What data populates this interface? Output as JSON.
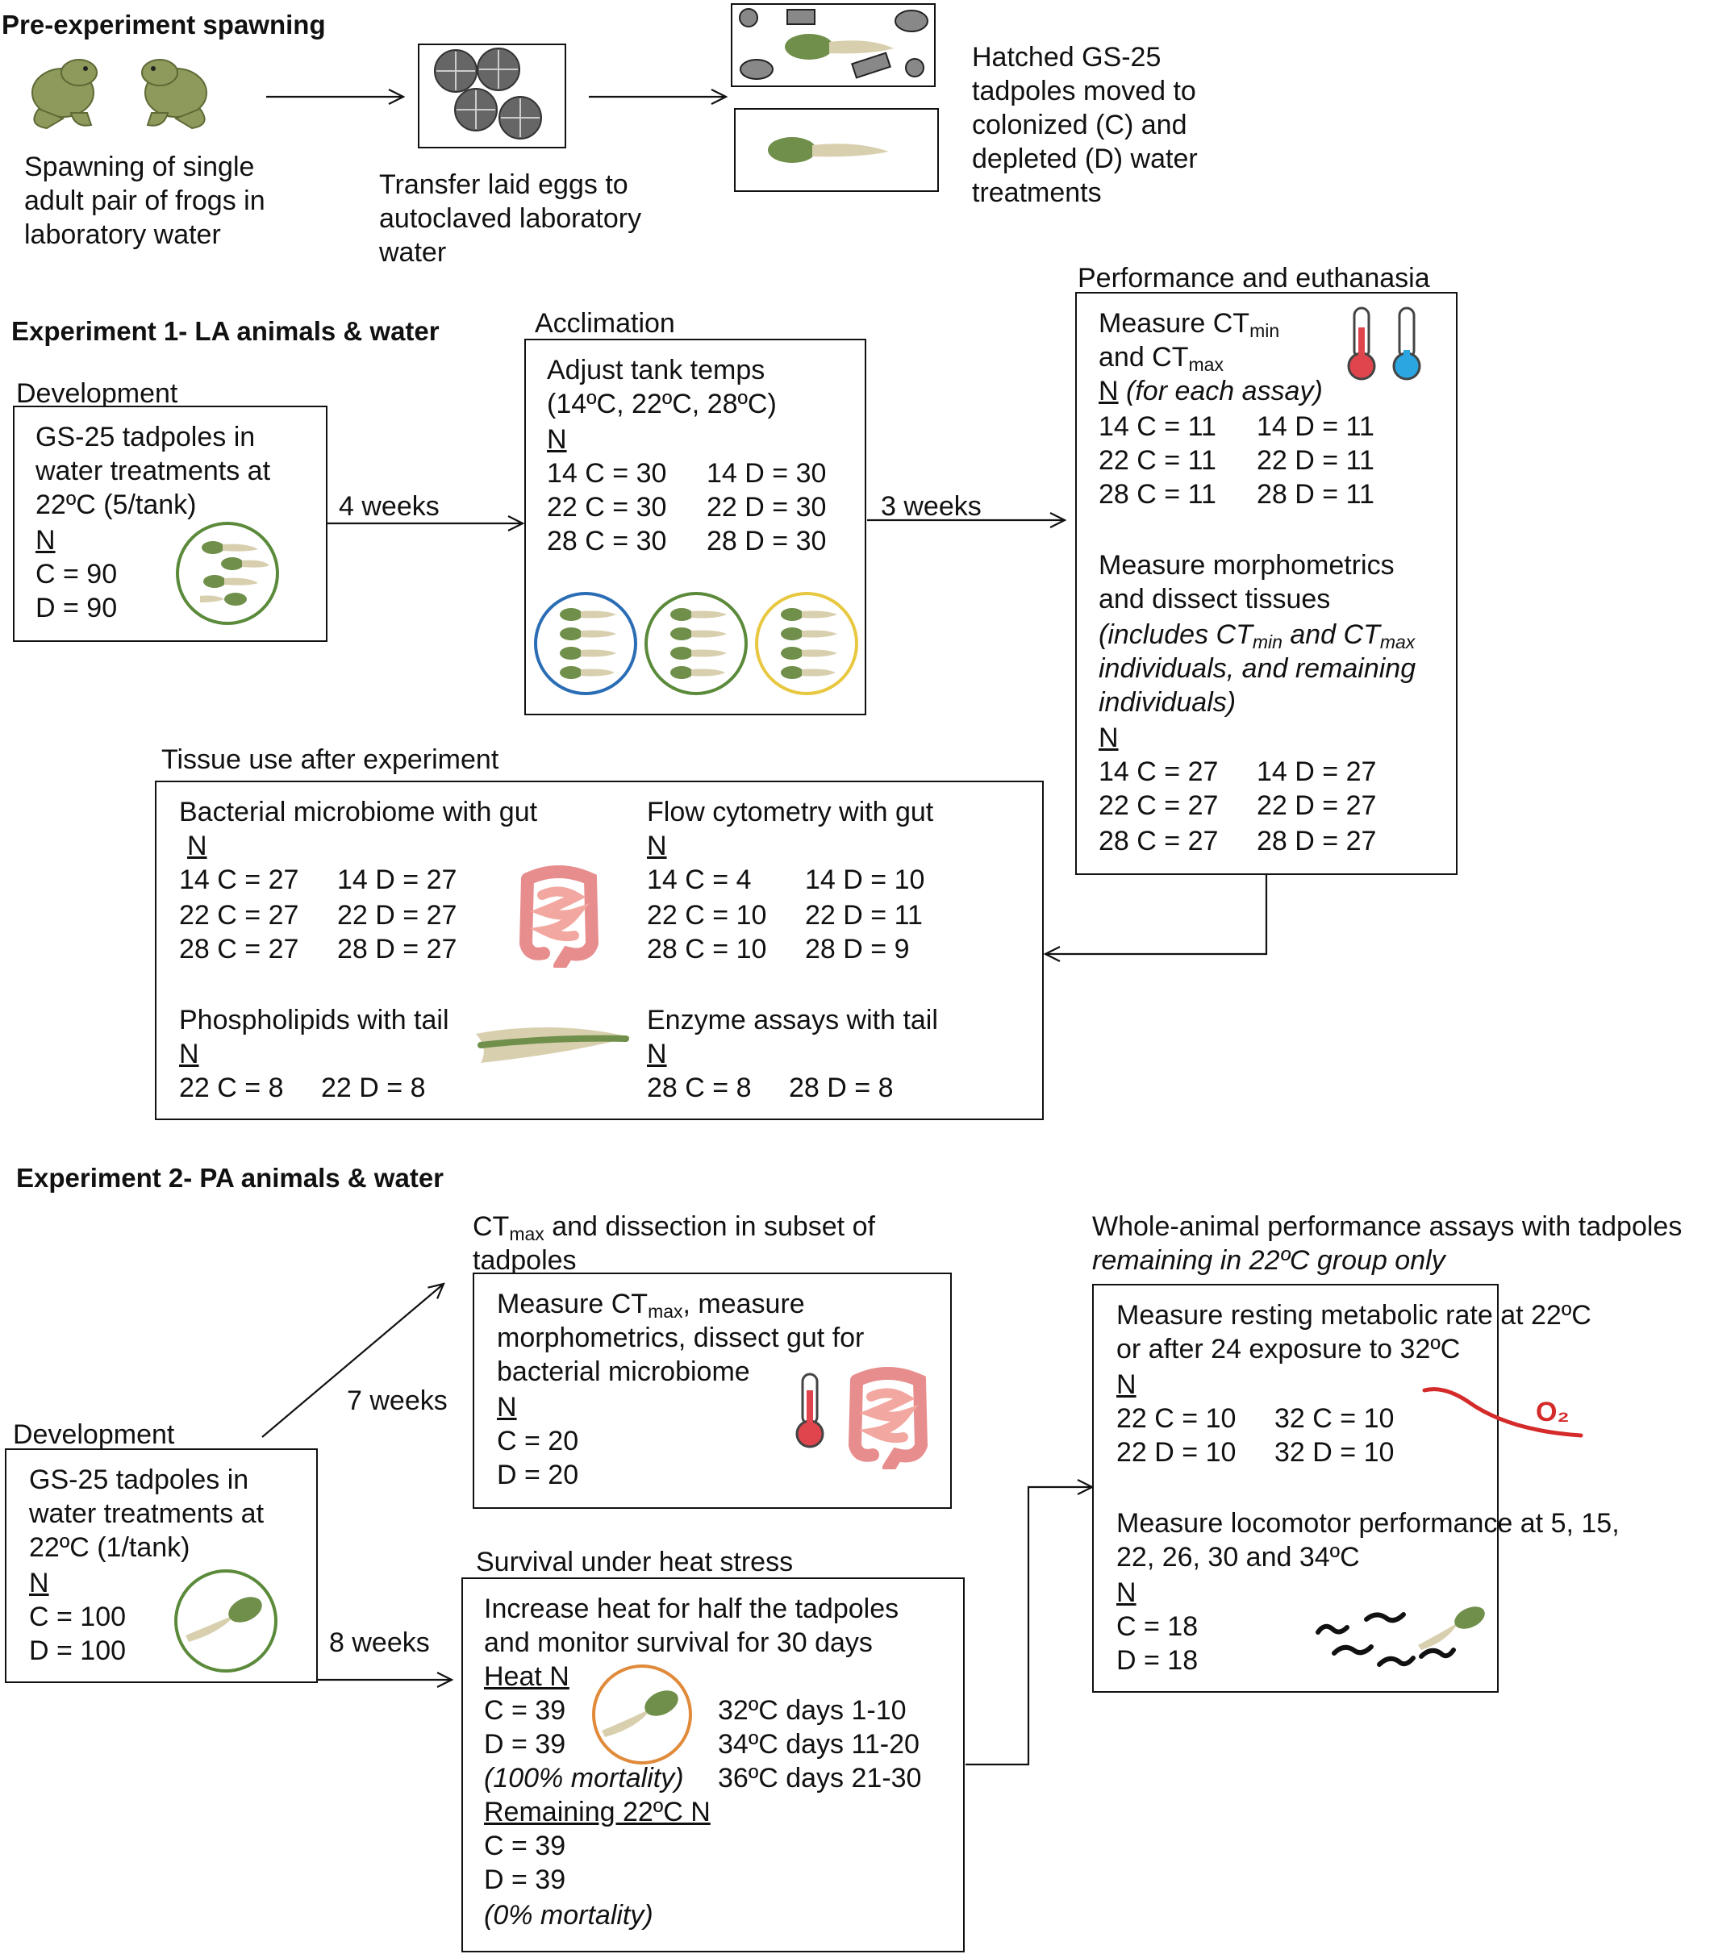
{
  "pre": {
    "title": "Pre-experiment spawning",
    "caption1": [
      "Spawning of single",
      "adult pair of frogs in",
      "laboratory water"
    ],
    "caption2": [
      "Transfer laid eggs to",
      "autoclaved laboratory",
      "water"
    ],
    "caption3": [
      "Hatched GS-25",
      "tadpoles moved to",
      "colonized (C) and",
      "depleted (D) water",
      "treatments"
    ]
  },
  "exp1": {
    "title": "Experiment 1- LA animals & water",
    "development": {
      "label": "Development",
      "lines": [
        "GS-25 tadpoles in",
        "water treatments at",
        "22ºC (5/tank)"
      ],
      "n": "N",
      "counts": [
        "C = 90",
        "D = 90"
      ]
    },
    "arrow1": "4 weeks",
    "acclimation": {
      "label": "Acclimation",
      "lines": [
        "Adjust tank temps",
        "(14ºC, 22ºC, 28ºC)"
      ],
      "n": "N",
      "rows": [
        [
          "14 C = 30",
          "14 D = 30"
        ],
        [
          "22 C = 30",
          "22 D = 30"
        ],
        [
          "28 C = 30",
          "28 D = 30"
        ]
      ]
    },
    "arrow2": "3 weeks",
    "performance": {
      "label": "Performance and euthanasia",
      "measure_pre": "Measure CT",
      "measure_sub1": "min",
      "measure_line2_pre": "and CT",
      "measure_sub2": "max",
      "n": "N",
      "n_note": "(for each assay)",
      "rows": [
        [
          "14 C = 11",
          "14 D = 11"
        ],
        [
          "22 C = 11",
          "22 D = 11"
        ],
        [
          "28 C = 11",
          "28 D = 11"
        ]
      ],
      "morph_lines": [
        "Measure morphometrics",
        "and dissect tissues"
      ],
      "incl_pre": "(includes CT",
      "incl_sub1": "min",
      "incl_mid": " and CT",
      "incl_sub2": "max",
      "incl_lines": [
        "individuals, and remaining",
        "individuals)"
      ],
      "n2": "N",
      "rows2": [
        [
          "14 C = 27",
          "14 D = 27"
        ],
        [
          "22 C = 27",
          "22 D = 27"
        ],
        [
          "28 C = 27",
          "28 D = 27"
        ]
      ]
    },
    "tissue": {
      "label": "Tissue use after experiment",
      "microbiome": {
        "title": "Bacterial microbiome with gut",
        "n": "N",
        "rows": [
          [
            "14 C = 27",
            "14 D = 27"
          ],
          [
            "22 C = 27",
            "22 D = 27"
          ],
          [
            "28 C = 27",
            "28 D = 27"
          ]
        ]
      },
      "flow": {
        "title": "Flow cytometry with gut",
        "n": "N",
        "rows": [
          [
            "14 C = 4",
            "14 D = 10"
          ],
          [
            "22 C = 10",
            "22 D = 11"
          ],
          [
            "28 C = 10",
            "28 D = 9"
          ]
        ]
      },
      "phospho": {
        "title": "Phospholipids with tail",
        "n": "N",
        "row": [
          "22 C = 8",
          "22 D = 8"
        ]
      },
      "enzyme": {
        "title": "Enzyme assays with tail",
        "n": "N",
        "row": [
          "28 C = 8",
          "28 D = 8"
        ]
      }
    }
  },
  "exp2": {
    "title": "Experiment 2- PA animals & water",
    "development": {
      "label": "Development",
      "lines": [
        "GS-25 tadpoles in",
        "water treatments at",
        "22ºC (1/tank)"
      ],
      "n": "N",
      "counts": [
        "C = 100",
        "D = 100"
      ]
    },
    "arrow_up": "7 weeks",
    "arrow_down": "8 weeks",
    "ctmax": {
      "label_pre": "CT",
      "label_sub": "max",
      "label_post": " and dissection in subset of",
      "label_line2": "tadpoles",
      "m_pre": "Measure CT",
      "m_sub": "max",
      "m_post": ", measure",
      "m_lines": [
        "morphometrics, dissect gut for",
        "bacterial microbiome"
      ],
      "n": "N",
      "counts": [
        "C = 20",
        "D = 20"
      ]
    },
    "survival": {
      "label": "Survival under heat stress",
      "lines": [
        "Increase heat for half the tadpoles",
        "and monitor survival for 30 days"
      ],
      "heat_n": "Heat N",
      "heat_counts": [
        "C = 39",
        "D = 39"
      ],
      "heat_mortality": "(100% mortality)",
      "schedule": [
        "32ºC days 1-10",
        "34ºC days 11-20",
        "36ºC days 21-30"
      ],
      "remaining_n": "Remaining 22ºC N",
      "remaining_counts": [
        "C = 39",
        "D = 39"
      ],
      "remaining_mortality": "(0% mortality)"
    },
    "whole": {
      "label": "Whole-animal performance assays with tadpoles",
      "label2": "remaining in 22ºC group only",
      "rmr_lines": [
        "Measure resting metabolic rate at 22ºC",
        "or after 24 exposure to 32ºC"
      ],
      "n": "N",
      "rmr_rows": [
        [
          "22 C = 10",
          "32 C = 10"
        ],
        [
          "22 D = 10",
          "32 D = 10"
        ]
      ],
      "o2": "O₂",
      "loco_lines": [
        "Measure locomotor performance at 5, 15,",
        "22, 26, 30 and 34ºC"
      ],
      "n2": "N",
      "loco_counts": [
        "C = 18",
        "D = 18"
      ]
    }
  },
  "colors": {
    "green": "#5a8a3a",
    "blue": "#2a6db5",
    "yellow": "#e8c840",
    "orange": "#e08a3a",
    "red": "#d42a2a",
    "tadpole": "#6f8f4a"
  }
}
